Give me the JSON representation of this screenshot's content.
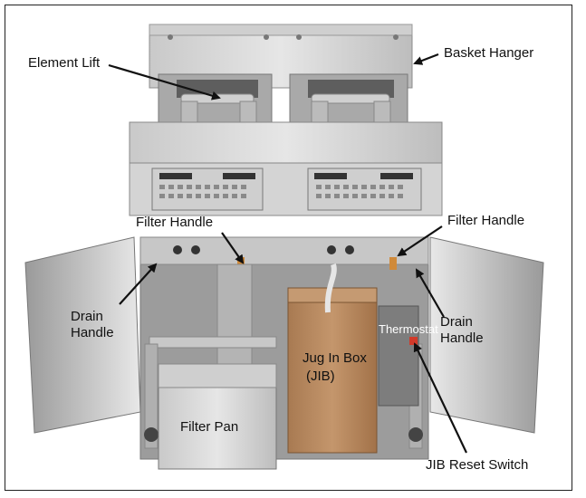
{
  "diagram": {
    "labels": {
      "element_lift": "Element Lift",
      "basket_hanger": "Basket Hanger",
      "filter_handle_left": "Filter Handle",
      "filter_handle_right": "Filter Handle",
      "drain_handle_left_1": "Drain",
      "drain_handle_left_2": "Handle",
      "drain_handle_right_1": "Drain",
      "drain_handle_right_2": "Handle",
      "thermostat": "Thermostat",
      "jib_1": "Jug In Box",
      "jib_2": "(JIB)",
      "filter_pan": "Filter Pan",
      "jib_reset_switch": "JIB Reset Switch"
    },
    "colors": {
      "steel_light": "#d9d9d9",
      "steel_mid": "#b9b9b9",
      "steel_dark": "#8c8c8c",
      "jib_box": "#b98a62",
      "reset_switch": "#d23a2a",
      "arrow": "#111111"
    }
  }
}
